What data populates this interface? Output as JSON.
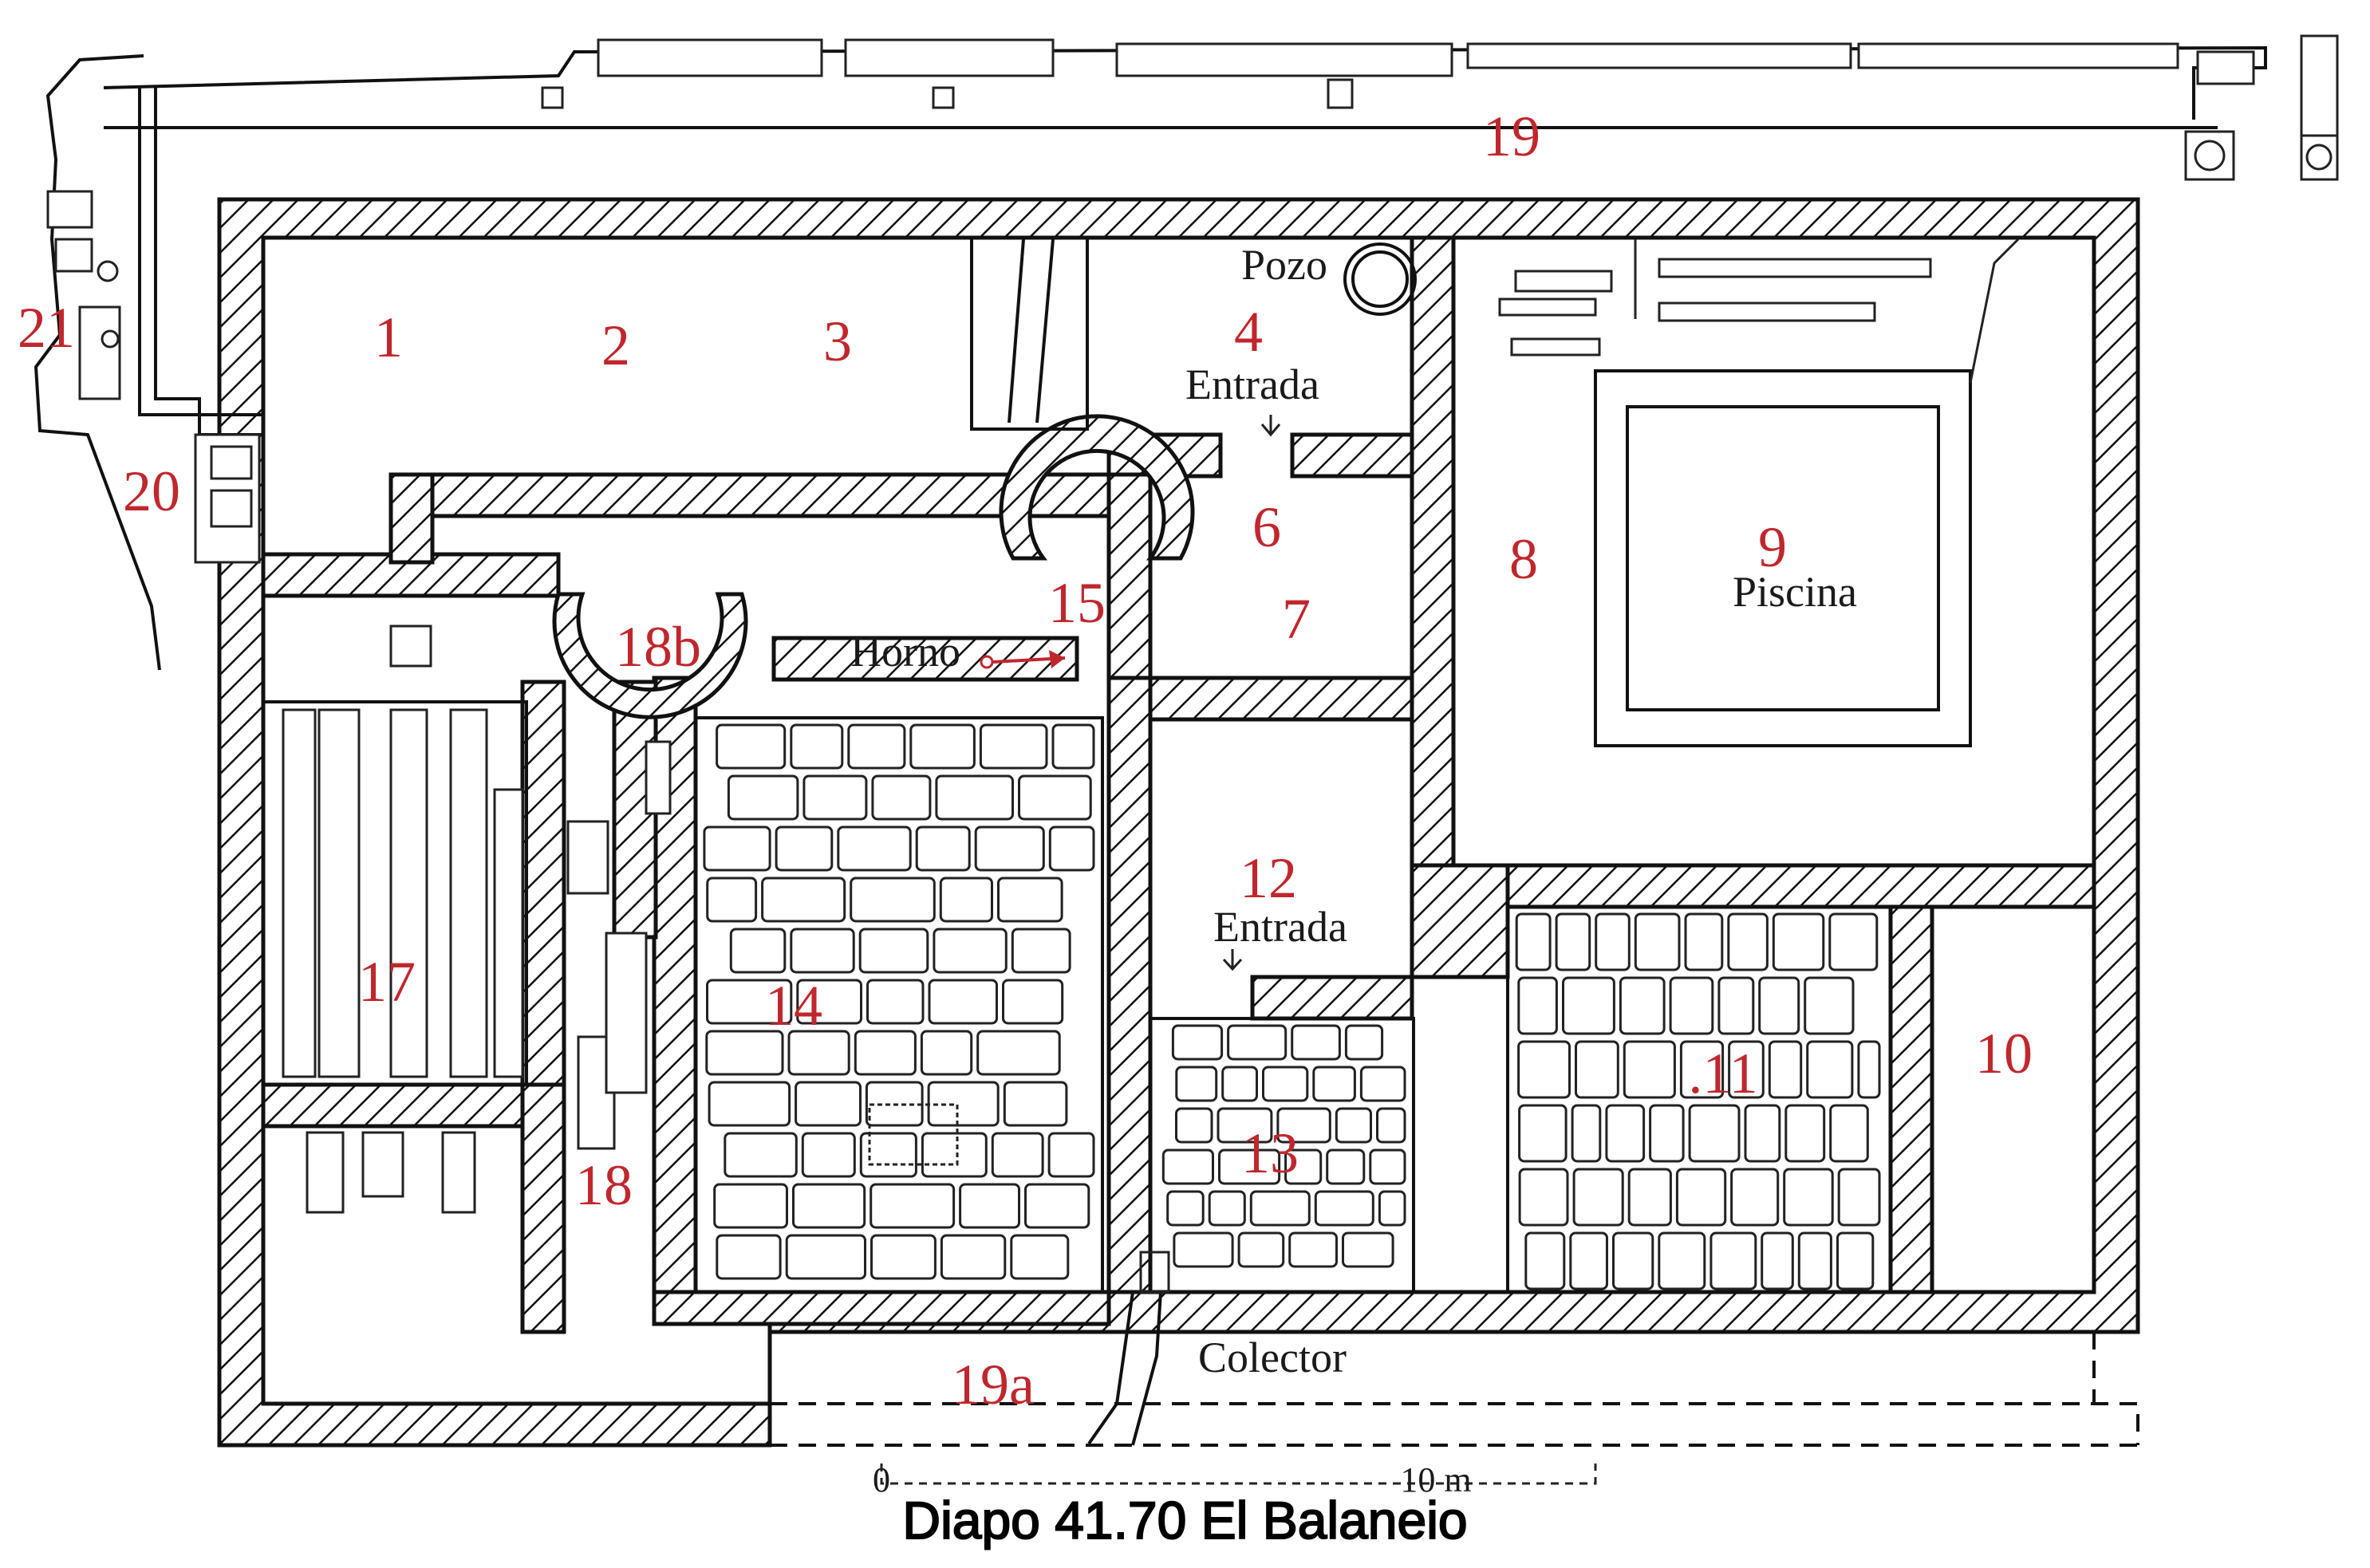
{
  "caption": "Diapo 41.70 El Balaneio",
  "rooms": [
    {
      "id": "r1",
      "text": "1"
    },
    {
      "id": "r2",
      "text": "2"
    },
    {
      "id": "r3",
      "text": "3"
    },
    {
      "id": "r4",
      "text": "4"
    },
    {
      "id": "r6",
      "text": "6"
    },
    {
      "id": "r7",
      "text": "7"
    },
    {
      "id": "r8",
      "text": "8"
    },
    {
      "id": "r9",
      "text": "9"
    },
    {
      "id": "r10",
      "text": "10"
    },
    {
      "id": "r11",
      "text": ".11"
    },
    {
      "id": "r12",
      "text": "12"
    },
    {
      "id": "r13",
      "text": "13"
    },
    {
      "id": "r14",
      "text": "14"
    },
    {
      "id": "r15",
      "text": "15"
    },
    {
      "id": "r17",
      "text": "17"
    },
    {
      "id": "r18",
      "text": "18"
    },
    {
      "id": "r18b",
      "text": "18b"
    },
    {
      "id": "r19",
      "text": "19"
    },
    {
      "id": "r19a",
      "text": "19a"
    },
    {
      "id": "r20",
      "text": "20"
    },
    {
      "id": "r21",
      "text": "21"
    }
  ],
  "labels": {
    "pozo": "Pozo",
    "entrada_top": "Entrada",
    "entrada_mid": "Entrada",
    "piscina": "Piscina",
    "horno": "Horno",
    "colector": "Colector"
  },
  "scale": {
    "zero": "0",
    "ten": "10 m"
  },
  "colors": {
    "room_numbers": "#c0272d",
    "ink": "#111111",
    "arrow": "#c0272d"
  }
}
